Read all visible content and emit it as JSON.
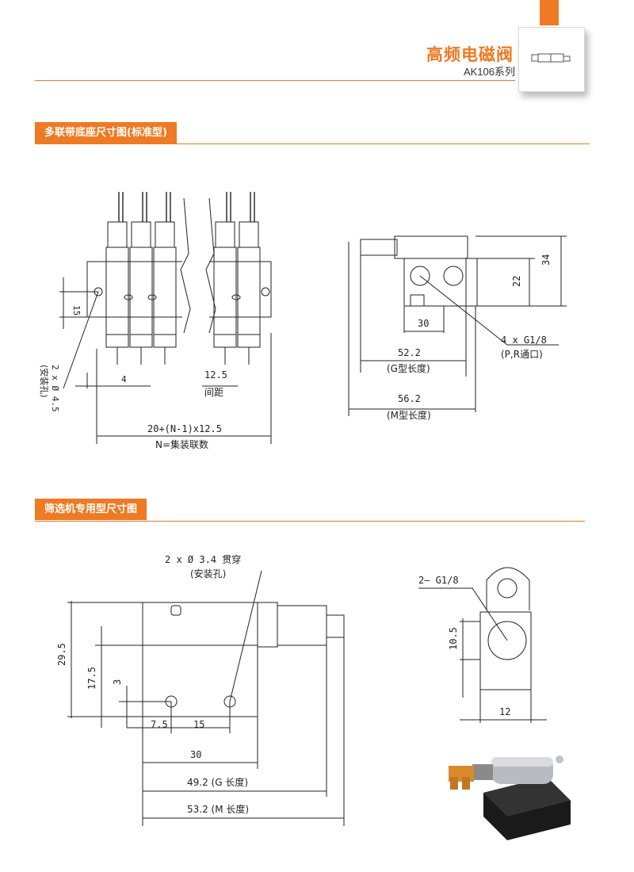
{
  "header": {
    "title": "高频电磁阀",
    "series": "AK106系列"
  },
  "section1": {
    "title": "多联带底座尺寸图(标准型)",
    "left": {
      "mount_hole": [
        "2 x Ø 4.5",
        "(安装孔)"
      ],
      "dim_15": "15",
      "dim_4": "4",
      "dim_pitch": "12.5",
      "pitch_label": "间距",
      "total_formula": "20+(N-1)x12.5",
      "n_label": "N=集装联数"
    },
    "right": {
      "dim_34": "34",
      "dim_22": "22",
      "dim_30": "30",
      "port_label": "4 x  G1/8",
      "port_sub": "(P,R通口)",
      "dim_g": "52.2",
      "g_label": "(G型长度)",
      "dim_m": "56.2",
      "m_label": "(M型长度)"
    }
  },
  "section2": {
    "title": "筛选机专用型尺寸图",
    "side": {
      "hole_label": "2 x Ø 3.4 贯穿",
      "hole_sub": "(安装孔)",
      "dim_295": "29.5",
      "dim_175": "17.5",
      "dim_3": "3",
      "dim_75": "7.5",
      "dim_15": "15",
      "dim_30": "30",
      "dim_g": "49.2 (G 长度)",
      "dim_m": "53.2 (M 长度)"
    },
    "end": {
      "port_label": "2— G1/8",
      "dim_105": "10.5",
      "dim_12": "12"
    }
  }
}
